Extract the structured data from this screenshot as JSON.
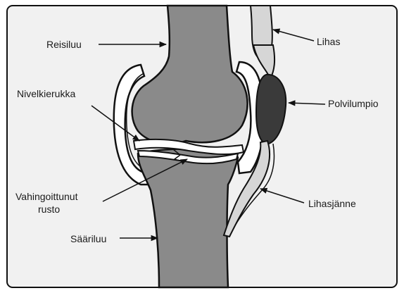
{
  "labels": {
    "femur": "Reisiluu",
    "muscle": "Lihas",
    "meniscus": "Nivelkierukka",
    "kneecap": "Polvilumpio",
    "damaged_cartilage_line1": "Vahingoittunut",
    "damaged_cartilage_line2": "rusto",
    "tendon": "Lihasjänne",
    "tibia": "Sääriluu"
  },
  "colors": {
    "bone": "#8a8a8a",
    "muscle": "#d6d6d6",
    "kneecap": "#3a3a3a",
    "background": "#f1f1f1",
    "outline": "#111111"
  }
}
